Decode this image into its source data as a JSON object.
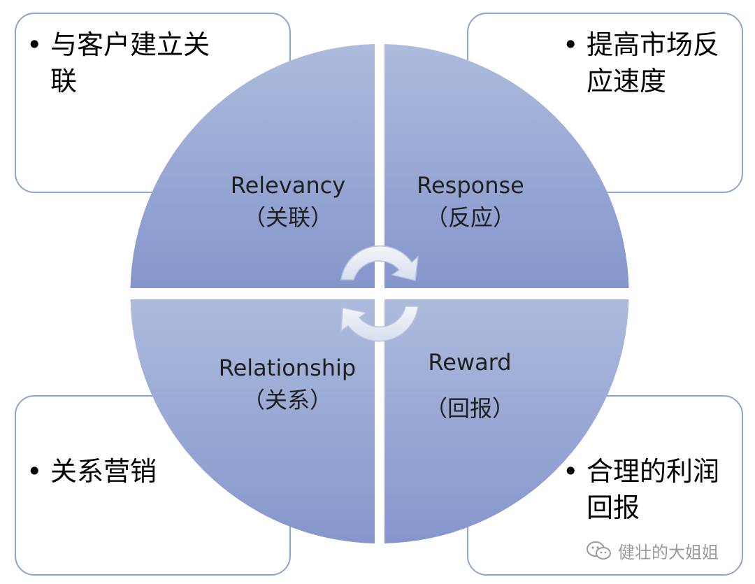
{
  "corners": {
    "top_left": {
      "bullet": "•",
      "text": "与客户建立关联"
    },
    "top_right": {
      "bullet": "•",
      "text": "提高市场反应速度"
    },
    "bottom_left": {
      "bullet": "•",
      "text": "关系营销"
    },
    "bottom_right": {
      "bullet": "•",
      "text": "合理的利润回报"
    }
  },
  "quadrants": {
    "relevancy": {
      "en": "Relevancy",
      "cn": "（关联）"
    },
    "response": {
      "en": "Response",
      "cn": "（反应）"
    },
    "relationship": {
      "en": "Relationship",
      "cn": "（关系）"
    },
    "reward": {
      "en": "Reward",
      "cn": "（回报）"
    }
  },
  "watermark": {
    "text": "健壮的大姐姐",
    "icon": "wechat-icon"
  },
  "colors": {
    "circle_top": "#a8b6da",
    "circle_bottom": "#8597cc",
    "box_border": "#8aa6cc",
    "arrow_fill": "#e9edf6"
  }
}
